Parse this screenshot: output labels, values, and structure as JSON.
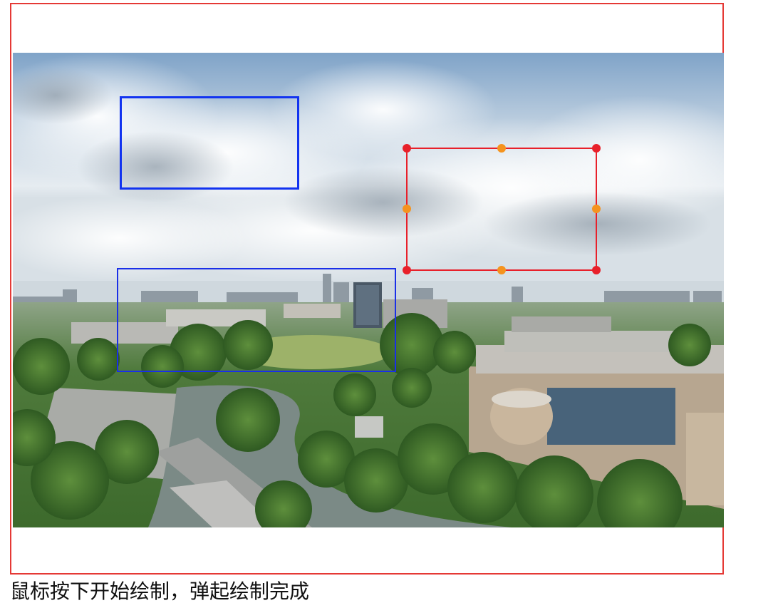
{
  "canvas": {
    "border_color": "#e53935",
    "image_description_icon": "campus-aerial-photo"
  },
  "annotations": [
    {
      "name": "blue-rectangle-1",
      "color": "#1233f0",
      "selected": false
    },
    {
      "name": "blue-rectangle-2",
      "color": "#1a2fe8",
      "selected": false
    },
    {
      "name": "red-rectangle-selected",
      "color": "#e8202a",
      "selected": true,
      "handle_corner_color": "#e8202a",
      "handle_mid_color": "#f5931e"
    }
  ],
  "caption": {
    "text": "鼠标按下开始绘制，弹起绘制完成"
  }
}
